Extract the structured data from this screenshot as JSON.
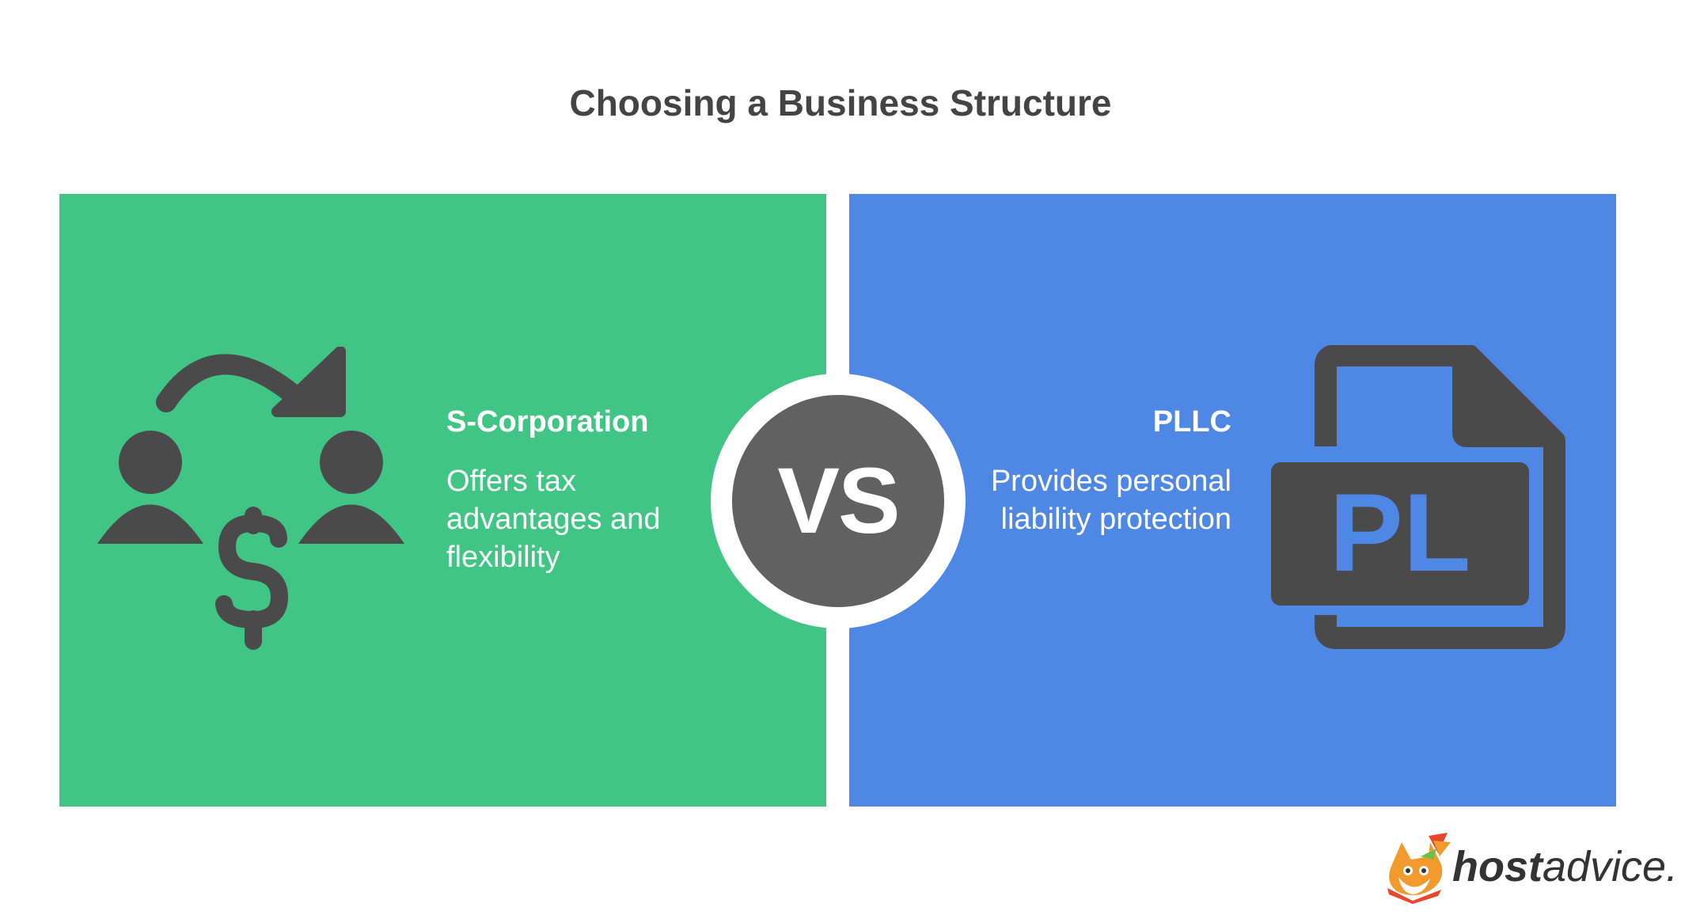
{
  "title": "Choosing a Business Structure",
  "colors": {
    "left_panel": "#40C585",
    "right_panel": "#4E87E4",
    "icon": "#4A4A4A",
    "vs_circle": "#616161",
    "title": "#444444"
  },
  "left": {
    "title": "S-Corporation",
    "description": "Offers tax advantages and flexibility",
    "icon": "people-exchange-dollar-icon"
  },
  "right": {
    "title": "PLLC",
    "description": "Provides personal liability protection",
    "icon": "pl-document-icon",
    "icon_text": "PL"
  },
  "vs": "VS",
  "logo": {
    "part1": "host",
    "part2": "advice."
  }
}
